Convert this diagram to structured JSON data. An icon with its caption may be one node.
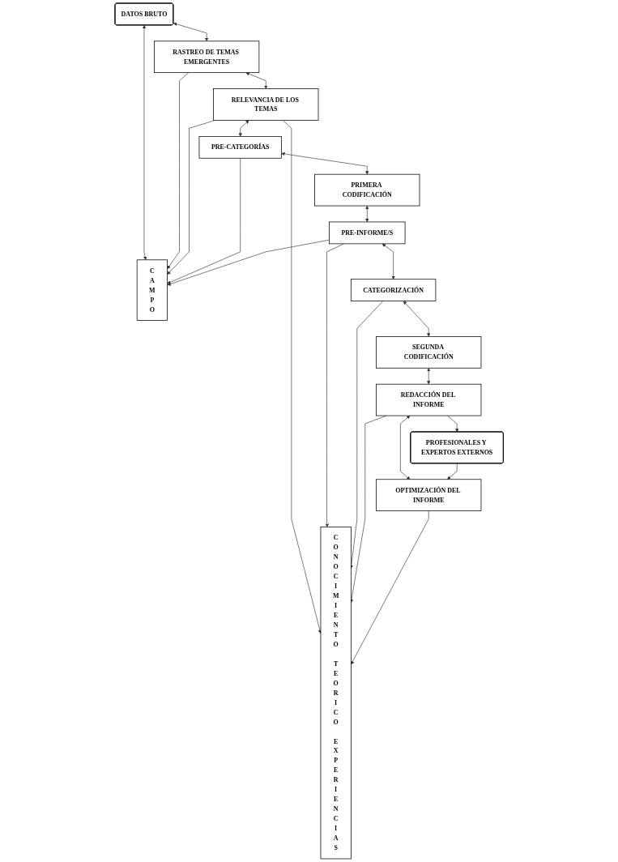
{
  "diagram": {
    "nodes": [
      {
        "text": [
          "DATOS BRUTO"
        ]
      },
      {
        "text": [
          "RASTREO DE TEMAS EMERGENTES"
        ]
      },
      {
        "text": [
          "CAMPO"
        ]
      },
      {
        "text": [
          "RELEVANCIA DE LOS TEMAS"
        ]
      },
      {
        "text": [
          "CONOCIMIENTO",
          "TEORICO",
          "EXPERIENCIAS"
        ]
      },
      {
        "text": [
          "PRE-CATEGORÍAS"
        ]
      },
      {
        "text": [
          "PRIMERA CODIFICACIÓN"
        ]
      },
      {
        "text": [
          "PRE-INFORME/S"
        ]
      },
      {
        "text": [
          "CATEGORIZACIÓN"
        ]
      },
      {
        "text": [
          "SEGUNDA CODIFICACIÓN"
        ]
      },
      {
        "text": [
          "REDACCIÓN DEL INFORME"
        ]
      },
      {
        "text": [
          "PROFESIONALES Y EXPERTOS EXTERNOS"
        ]
      },
      {
        "text": [
          "OPTIMIZACIÓN DEL INFORME"
        ]
      }
    ],
    "edges": [
      {
        "from": 0,
        "to": 1,
        "arrow": "both"
      },
      {
        "from": 0,
        "to": 2,
        "arrow": "both"
      },
      {
        "from": 1,
        "to": 3,
        "arrow": "both"
      },
      {
        "from": 1,
        "to": 2,
        "arrow": "to"
      },
      {
        "from": 3,
        "to": 2,
        "arrow": "to"
      },
      {
        "from": 3,
        "to": 4,
        "arrow": "to"
      },
      {
        "from": 3,
        "to": 5,
        "arrow": "both"
      },
      {
        "from": 5,
        "to": 2,
        "arrow": "to"
      },
      {
        "from": 5,
        "to": 6,
        "arrow": "both"
      },
      {
        "from": 6,
        "to": 7,
        "arrow": "both"
      },
      {
        "from": 7,
        "to": 2,
        "arrow": "to"
      },
      {
        "from": 7,
        "to": 4,
        "arrow": "to"
      },
      {
        "from": 7,
        "to": 8,
        "arrow": "both"
      },
      {
        "from": 8,
        "to": 4,
        "arrow": "to"
      },
      {
        "from": 8,
        "to": 9,
        "arrow": "both"
      },
      {
        "from": 9,
        "to": 10,
        "arrow": "both"
      },
      {
        "from": 10,
        "to": 4,
        "arrow": "to"
      },
      {
        "from": 10,
        "to": 12,
        "arrow": "both"
      },
      {
        "from": 12,
        "to": 4,
        "arrow": "to"
      },
      {
        "from": 10,
        "to": 11,
        "arrow": "to"
      },
      {
        "from": 11,
        "to": 12,
        "arrow": "to"
      }
    ]
  }
}
